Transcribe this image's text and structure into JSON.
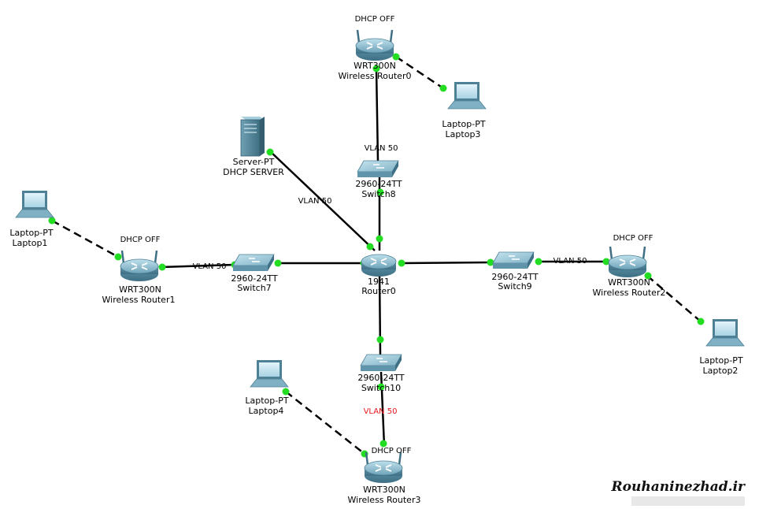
{
  "devices": {
    "router0": {
      "model": "1941",
      "name": "Router0"
    },
    "server": {
      "model": "Server-PT",
      "name": "DHCP SERVER"
    },
    "switch8": {
      "model": "2960-24TT",
      "name": "Switch8"
    },
    "switch7": {
      "model": "2960-24TT",
      "name": "Switch7"
    },
    "switch9": {
      "model": "2960-24TT",
      "name": "Switch9"
    },
    "switch10": {
      "model": "2960-24TT",
      "name": "Switch10"
    },
    "wr0": {
      "model": "WRT300N",
      "name": "Wireless Router0",
      "status": "DHCP OFF"
    },
    "wr1": {
      "model": "WRT300N",
      "name": "Wireless Router1",
      "status": "DHCP OFF"
    },
    "wr2": {
      "model": "WRT300N",
      "name": "Wireless Router2",
      "status": "DHCP OFF"
    },
    "wr3": {
      "model": "WRT300N",
      "name": "Wireless Router3",
      "status": "DHCP OFF"
    },
    "laptop1": {
      "model": "Laptop-PT",
      "name": "Laptop1"
    },
    "laptop2": {
      "model": "Laptop-PT",
      "name": "Laptop2"
    },
    "laptop3": {
      "model": "Laptop-PT",
      "name": "Laptop3"
    },
    "laptop4": {
      "model": "Laptop-PT",
      "name": "Laptop4"
    }
  },
  "link_labels": {
    "sw8_wr0": "VLAN 50",
    "server_router": "VLAN 50",
    "wr1_sw7": "VLAN 50",
    "sw9_wr2": "VLAN 50",
    "sw10_wr3": "VLAN 50"
  },
  "colors": {
    "link": "#000000",
    "port_dot": "#22dd22",
    "vlan_highlight": "#e8141c",
    "device_blue": "#6fa8bf"
  },
  "watermark": "Rouhaninezhad.ir"
}
